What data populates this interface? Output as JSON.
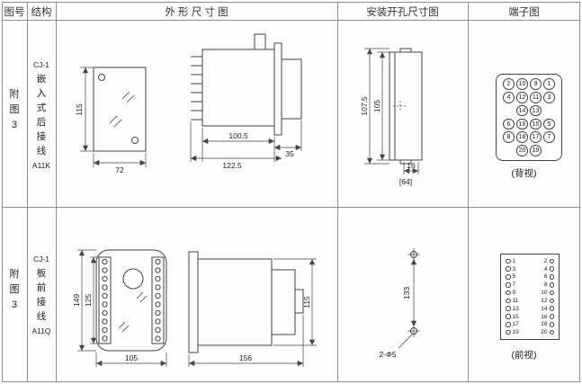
{
  "header": {
    "fig_no": "图号",
    "structure": "结构",
    "outline": "外 形 尺 寸 图",
    "mounting": "安装开孔尺寸图",
    "terminal": "端子图"
  },
  "row1": {
    "fig_chars": [
      "附",
      "图",
      "3"
    ],
    "structure_lines": [
      "CJ-1",
      "嵌",
      "入",
      "式",
      "后",
      "接",
      "线",
      "A11K"
    ],
    "outline": {
      "height": "115",
      "width": "72",
      "depth": "100.5",
      "total_depth": "122.5",
      "flange": "35"
    },
    "mounting": {
      "outer_height": "107.5",
      "inner_height": "105",
      "tab_width": "16",
      "bracket_width": "[64]"
    },
    "terminal": {
      "caption": "(背视)",
      "grid": [
        [
          "2",
          "10",
          "9",
          "1"
        ],
        [
          "4",
          "12",
          "11",
          "3"
        ],
        [
          "",
          "14",
          "13",
          ""
        ],
        [
          "6",
          "16",
          "15",
          "5"
        ],
        [
          "8",
          "18",
          "17",
          "7"
        ],
        [
          "",
          "20",
          "19",
          ""
        ]
      ]
    }
  },
  "row2": {
    "fig_chars": [
      "附",
      "图",
      "3"
    ],
    "structure_lines": [
      "CJ-1",
      "板",
      "前",
      "接",
      "线",
      "A11Q"
    ],
    "outline": {
      "outer_height": "149",
      "inner_height": "125",
      "width": "105",
      "depth": "156",
      "side_height": "115"
    },
    "mounting": {
      "hole_spacing": "133",
      "hole_label": "2-Φ5"
    },
    "terminal": {
      "caption": "(前视)",
      "pairs": [
        [
          "1",
          "2"
        ],
        [
          "3",
          "4"
        ],
        [
          "5",
          "6"
        ],
        [
          "7",
          "8"
        ],
        [
          "9",
          "10"
        ],
        [
          "11",
          "12"
        ],
        [
          "13",
          "14"
        ],
        [
          "15",
          "16"
        ],
        [
          "17",
          "18"
        ],
        [
          "19",
          "20"
        ]
      ]
    }
  }
}
